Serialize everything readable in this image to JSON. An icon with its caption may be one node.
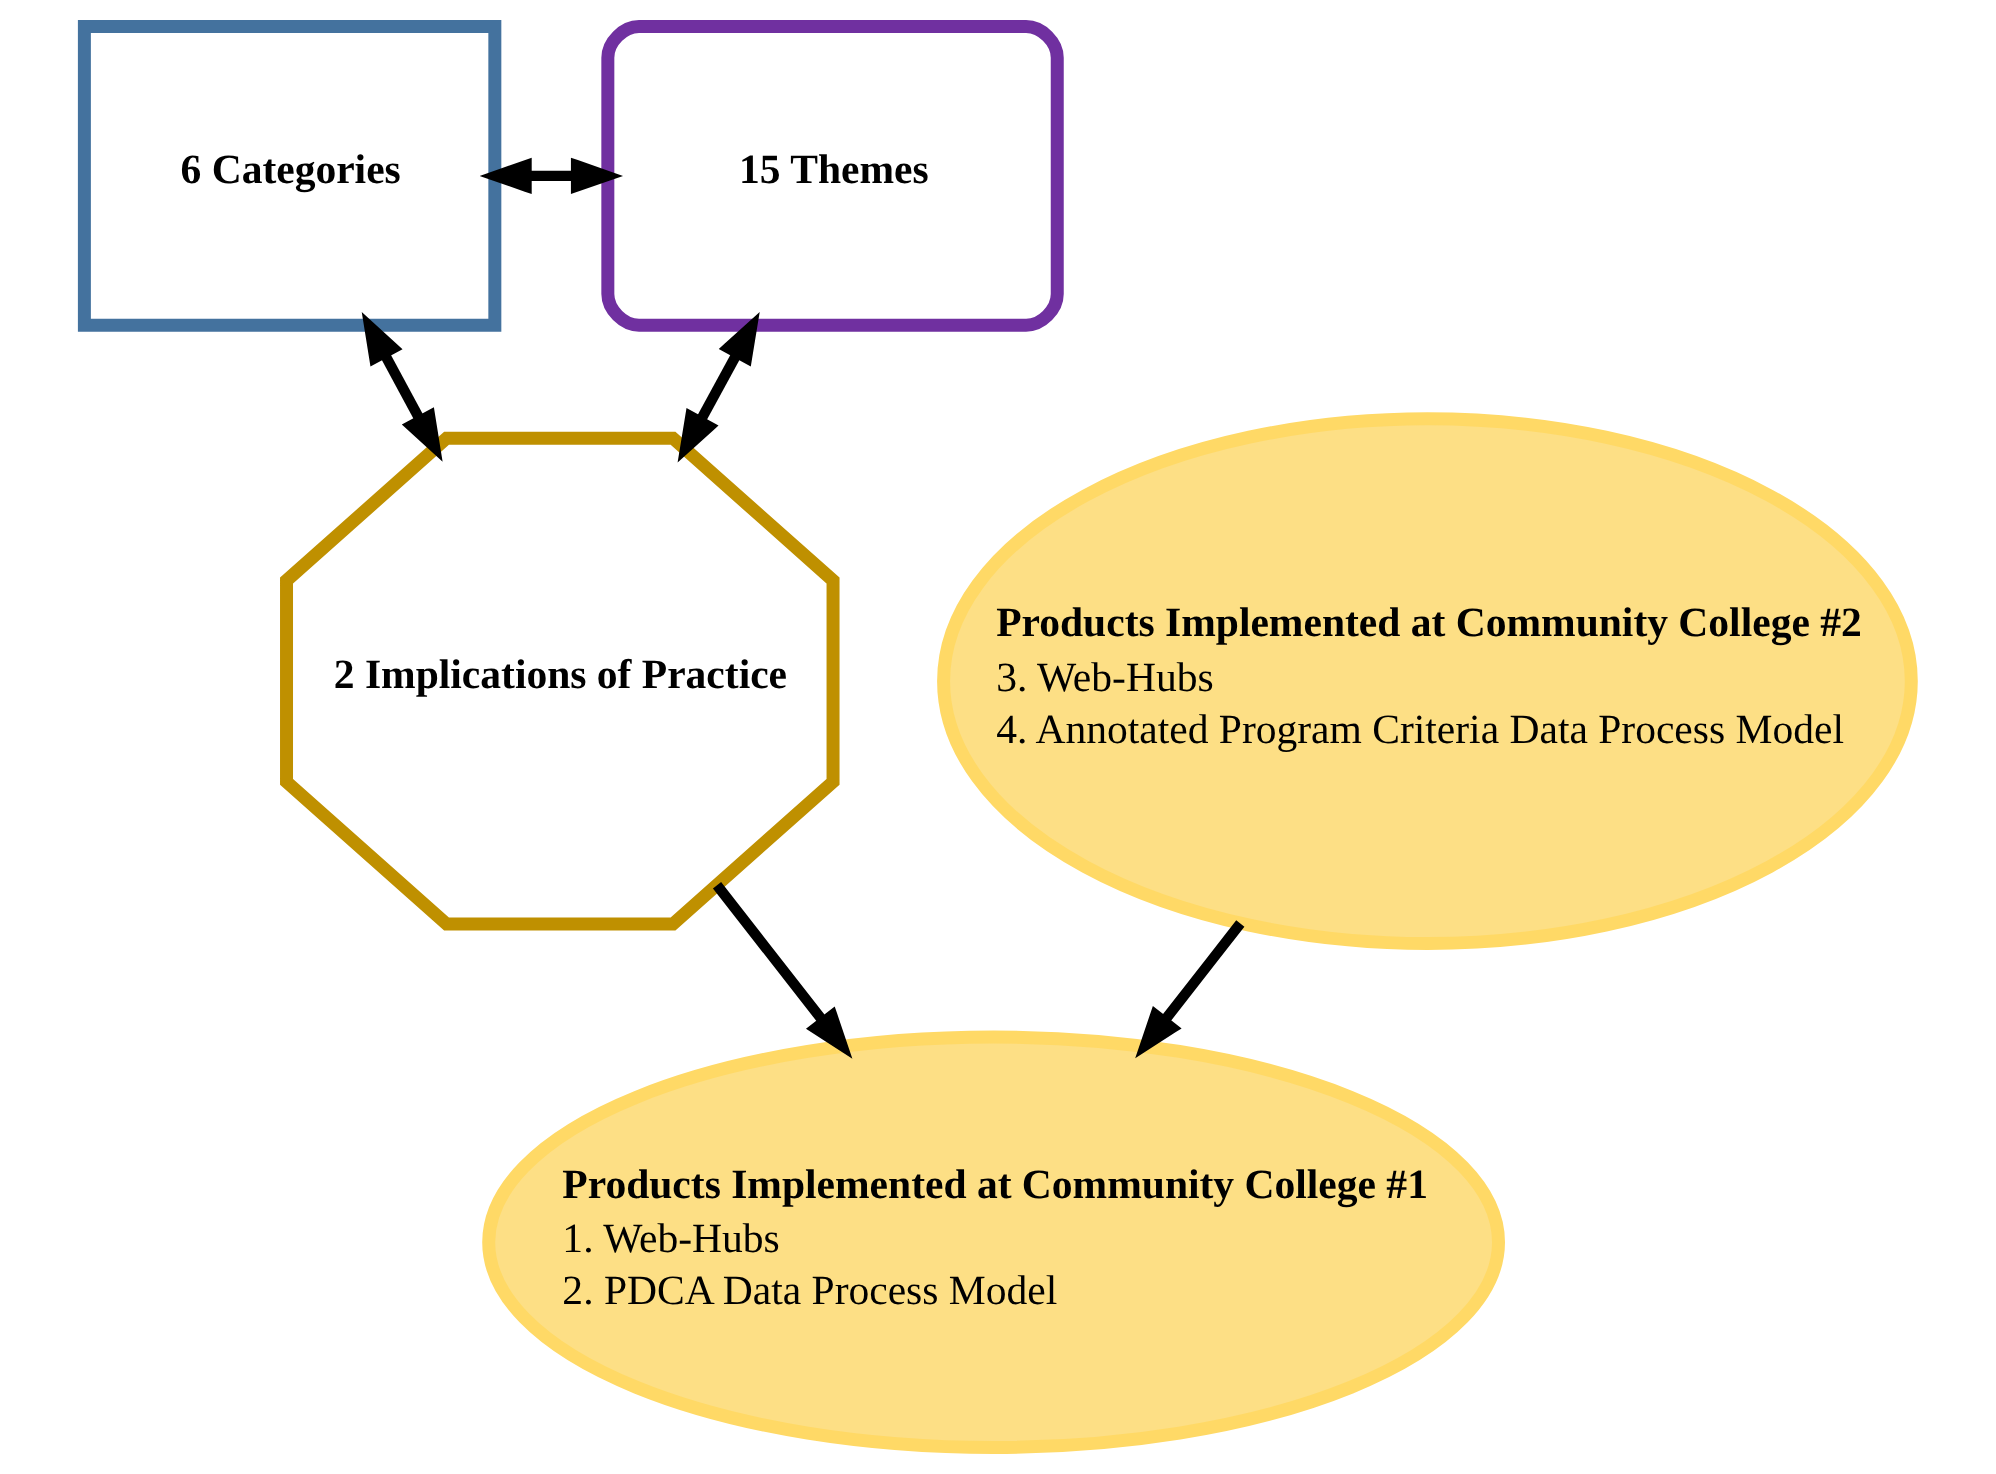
{
  "diagram": {
    "nodes": [
      {
        "text": [
          "6 Categories"
        ]
      },
      {
        "text": [
          "15 Themes"
        ]
      },
      {
        "text": [
          "2 Implications of Practice"
        ]
      },
      {
        "text": [
          "Products Implemented at Community College #1",
          "1. Web-Hubs",
          "2. PDCA Data Process Model"
        ]
      },
      {
        "text": [
          "Products Implemented at Community College #2",
          "3. Web-Hubs",
          "4. Annotated Program Criteria Data Process Model"
        ]
      }
    ],
    "edges": [
      {
        "from": 0,
        "to": 1,
        "arrow": "both"
      },
      {
        "from": 1,
        "to": 2,
        "arrow": "both"
      },
      {
        "from": 0,
        "to": 2,
        "arrow": "both"
      },
      {
        "from": 4,
        "to": 3,
        "arrow": "to"
      },
      {
        "from": 2,
        "to": 3,
        "arrow": "to"
      }
    ]
  }
}
